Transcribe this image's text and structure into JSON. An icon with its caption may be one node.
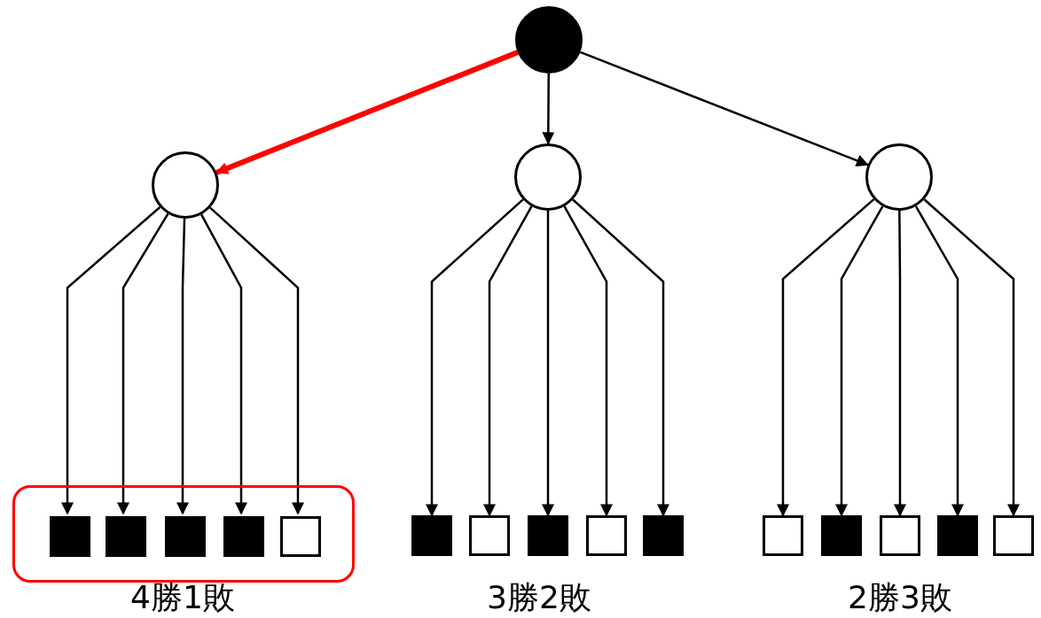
{
  "diagram": {
    "nodes": [
      {
        "text": [],
        "shape": "dot"
      },
      {
        "text": [],
        "shape": "circle"
      },
      {
        "text": [],
        "shape": "circle"
      },
      {
        "text": [],
        "shape": "circle"
      },
      {
        "text": [],
        "shape": "frame"
      },
      {
        "text": [],
        "shape": "block",
        "in": 4
      },
      {
        "text": [],
        "shape": "block",
        "in": 4
      },
      {
        "text": [],
        "shape": "block",
        "in": 4
      },
      {
        "text": [],
        "shape": "block",
        "in": 4
      },
      {
        "text": [],
        "shape": "box",
        "in": 4
      },
      {
        "text": [],
        "shape": "block"
      },
      {
        "text": [],
        "shape": "box"
      },
      {
        "text": [],
        "shape": "block"
      },
      {
        "text": [],
        "shape": "box"
      },
      {
        "text": [],
        "shape": "block"
      },
      {
        "text": [],
        "shape": "box"
      },
      {
        "text": [],
        "shape": "block"
      },
      {
        "text": [],
        "shape": "box"
      },
      {
        "text": [],
        "shape": "block"
      },
      {
        "text": [],
        "shape": "box"
      }
    ],
    "edges": [
      {
        "from": 0,
        "to": 1,
        "arrow": "to",
        "style": "thick",
        "color": "#ff0000"
      },
      {
        "from": 0,
        "to": 2,
        "arrow": "to"
      },
      {
        "from": 0,
        "to": 3,
        "arrow": "to"
      },
      {
        "from": 1,
        "to": 5,
        "arrow": "to"
      },
      {
        "from": 1,
        "to": 6,
        "arrow": "to"
      },
      {
        "from": 1,
        "to": 7,
        "arrow": "to"
      },
      {
        "from": 1,
        "to": 8,
        "arrow": "to"
      },
      {
        "from": 1,
        "to": 9,
        "arrow": "to"
      },
      {
        "from": 2,
        "to": 10,
        "arrow": "to"
      },
      {
        "from": 2,
        "to": 11,
        "arrow": "to"
      },
      {
        "from": 2,
        "to": 12,
        "arrow": "to"
      },
      {
        "from": 2,
        "to": 13,
        "arrow": "to"
      },
      {
        "from": 2,
        "to": 14,
        "arrow": "to"
      },
      {
        "from": 3,
        "to": 15,
        "arrow": "to"
      },
      {
        "from": 3,
        "to": 16,
        "arrow": "to"
      },
      {
        "from": 3,
        "to": 17,
        "arrow": "to"
      },
      {
        "from": 3,
        "to": 18,
        "arrow": "to"
      },
      {
        "from": 3,
        "to": 19,
        "arrow": "to"
      }
    ],
    "labels": [
      "4勝1敗",
      "3勝2敗",
      "2勝3敗"
    ]
  }
}
